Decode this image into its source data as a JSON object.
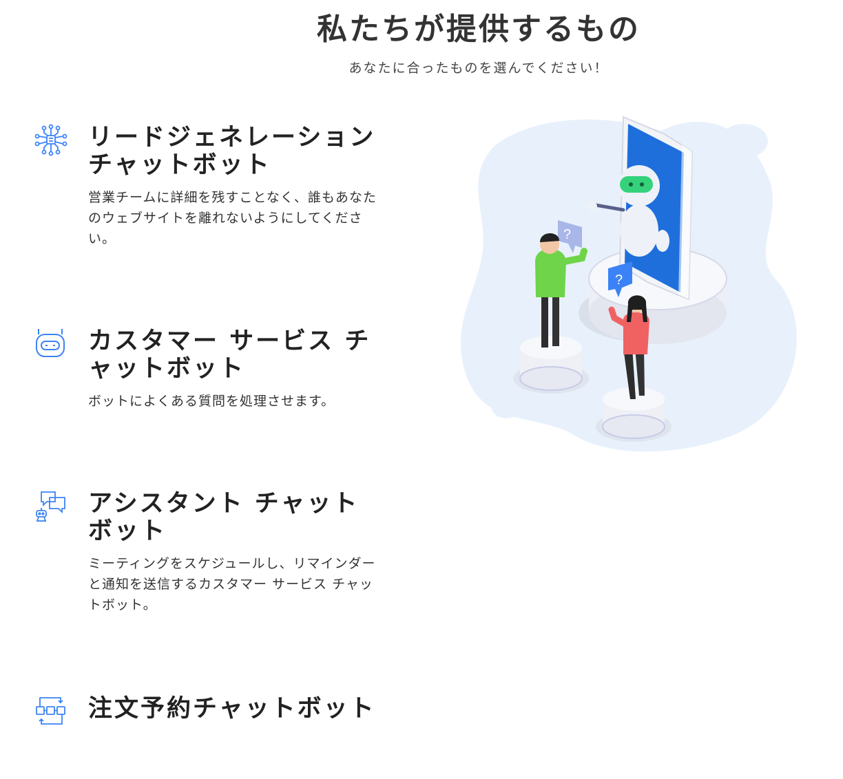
{
  "header": {
    "title": "私たちが提供するもの",
    "subtitle": "あなたに合ったものを選んでください！"
  },
  "features": [
    {
      "icon": "network-nodes-icon",
      "title": "リードジェネレーション チャットボット",
      "description": "営業チームに詳細を残すことなく、誰もあなたのウェブサイトを離れないようにしてください。"
    },
    {
      "icon": "robot-face-icon",
      "title": "カスタマー サービス チャットボット",
      "description": "ボットによくある質問を処理させます。"
    },
    {
      "icon": "chat-assistant-icon",
      "title": "アシスタント チャットボット",
      "description": "ミーティングをスケジュールし、リマインダーと通知を送信するカスタマー サービス チャットボット。"
    },
    {
      "icon": "order-flow-icon",
      "title": "注文予約チャットボット",
      "description": ""
    }
  ],
  "illustration": {
    "icon": "chatbot-illustration",
    "question_mark": "?"
  },
  "colors": {
    "accent": "#3b82f6",
    "phone_screen": "#1e6fdc",
    "blob": "#e8f1fb",
    "robot_visor": "#34d27b",
    "man_shirt": "#6fd44a",
    "woman_shirt": "#f06262"
  }
}
